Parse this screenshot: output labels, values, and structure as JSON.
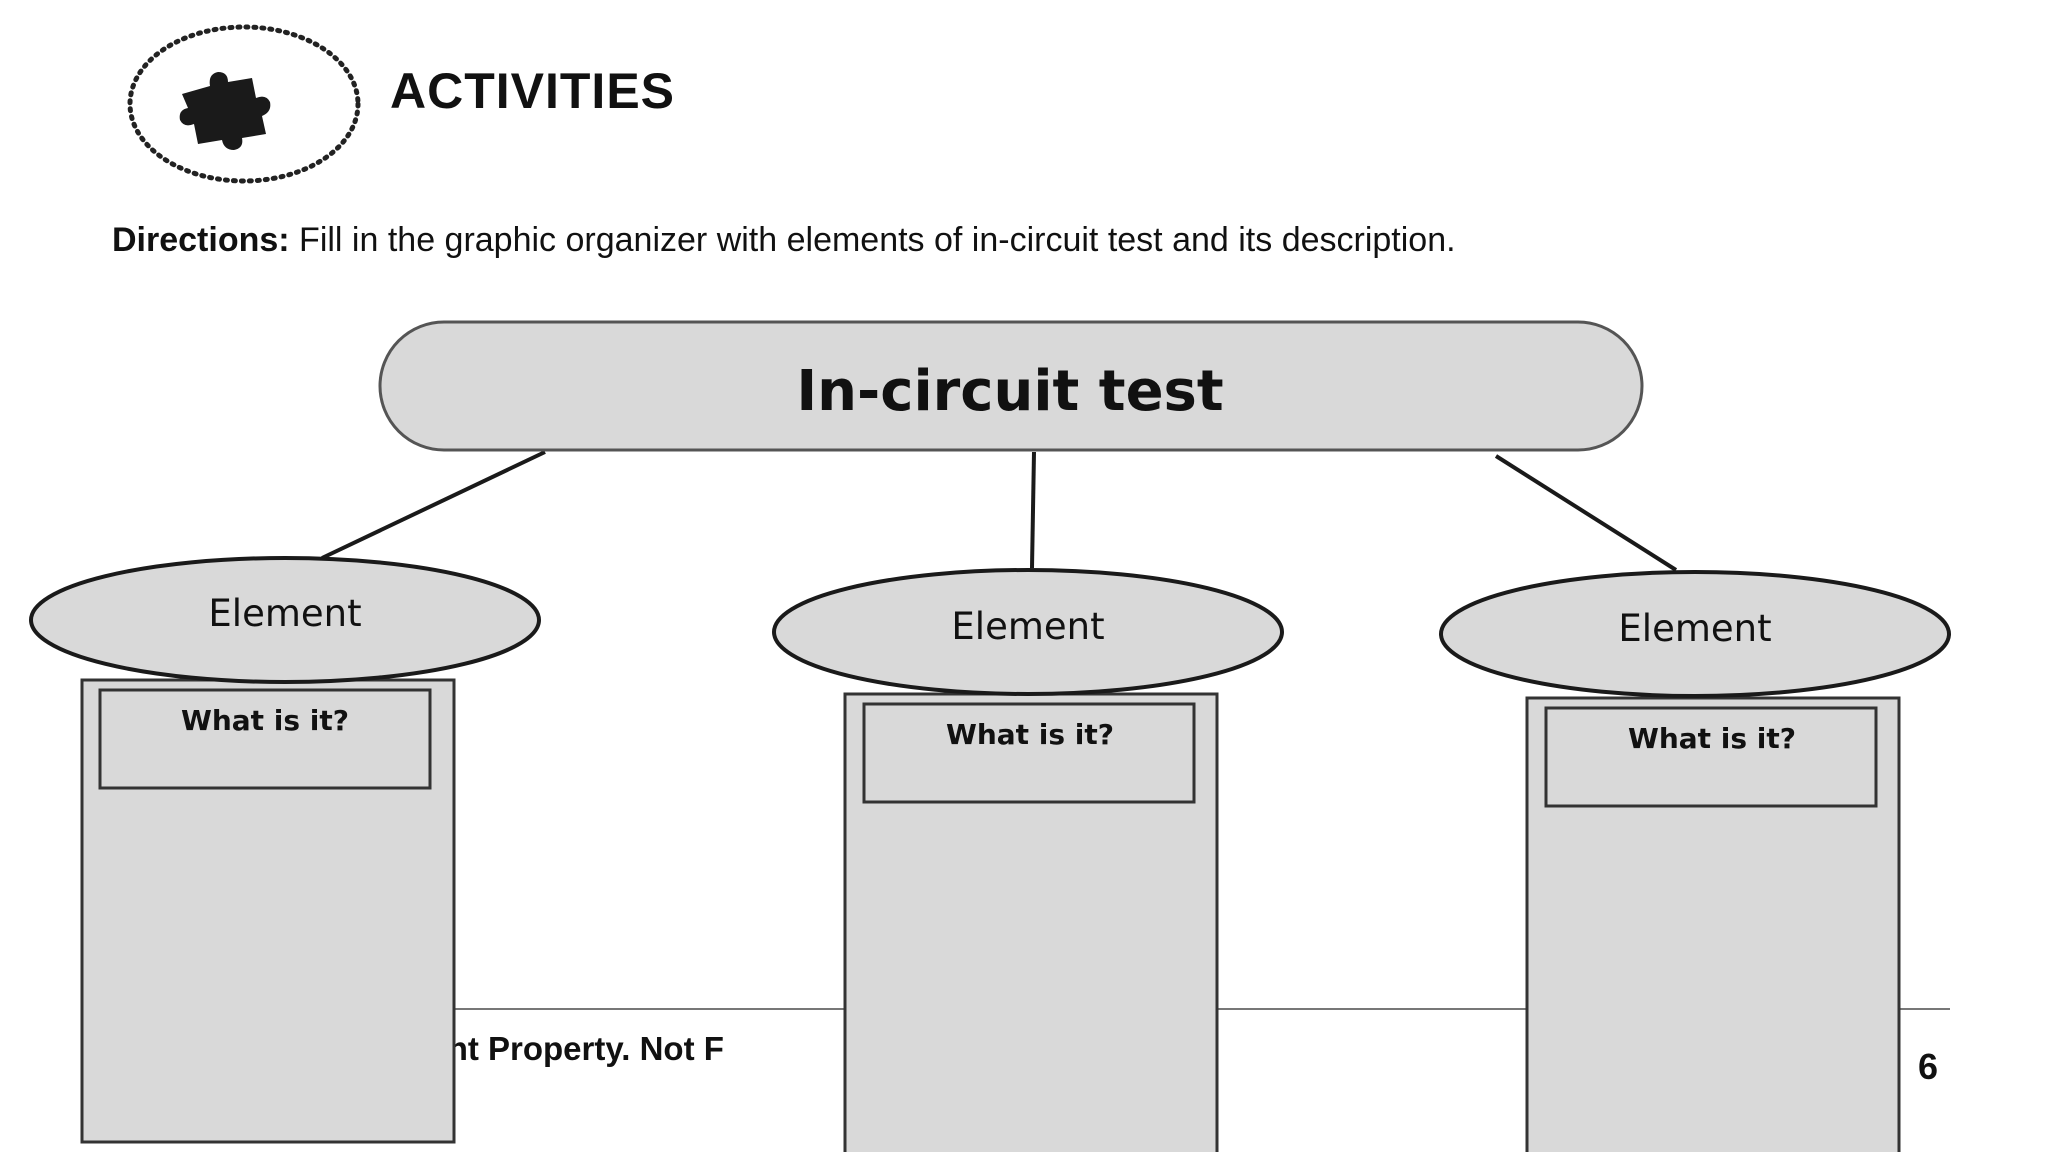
{
  "header": {
    "title": "ACTIVITIES",
    "icon": "puzzle-piece-icon"
  },
  "directions": {
    "label": "Directions:",
    "text": "Fill in the graphic organizer with elements of in-circuit test and its description."
  },
  "organizer": {
    "center_label": "In-circuit test",
    "fill_color": "#d9d9d9",
    "branches": [
      {
        "element_label": "Element",
        "question": "What is it?"
      },
      {
        "element_label": "Element",
        "question": "What is it?"
      },
      {
        "element_label": "Element",
        "question": "What is it?"
      }
    ]
  },
  "footer": {
    "text_fragment": "ment Property. Not F",
    "page_fragment": "6"
  }
}
